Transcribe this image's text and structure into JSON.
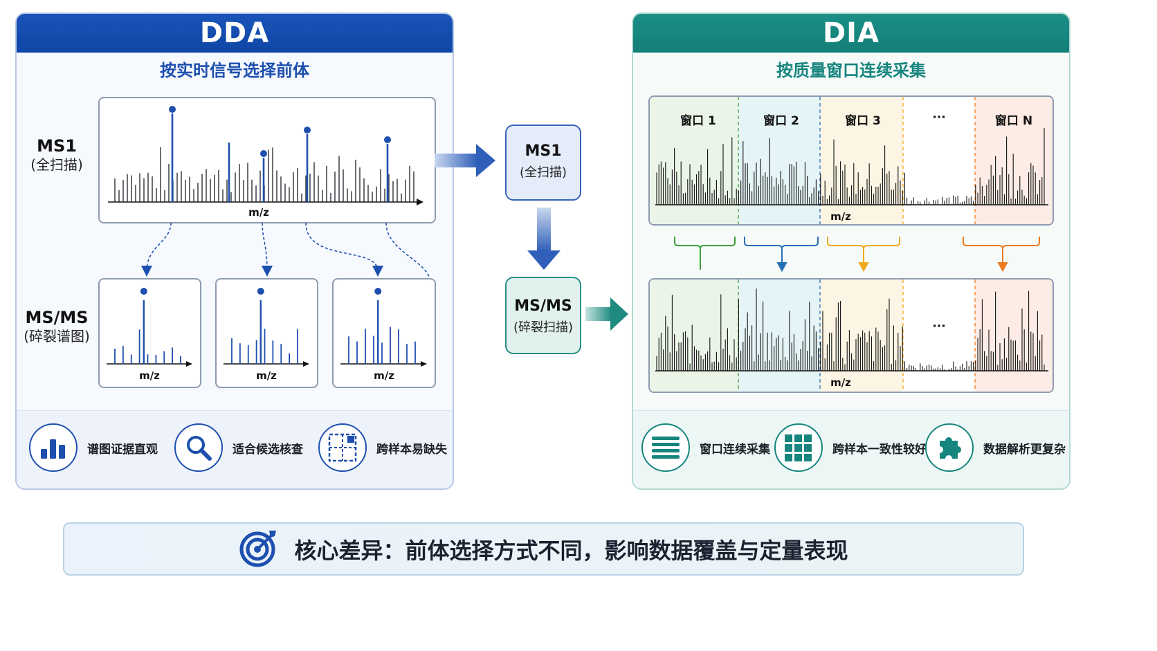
{
  "dda": {
    "title": "DDA",
    "subtitle": "按实时信号选择前体",
    "ms1_label": "MS1",
    "ms1_sub": "(全扫描)",
    "msms_label": "MS/MS",
    "msms_sub": "(碎裂谱图)",
    "axis_label": "m/z",
    "features": [
      {
        "icon": "bar-chart-icon",
        "label": "谱图证据直观"
      },
      {
        "icon": "magnifier-icon",
        "label": "适合候选核查"
      },
      {
        "icon": "grid-selection-icon",
        "label": "跨样本易缺失"
      }
    ],
    "colors": {
      "primary": "#1d4fae",
      "peak": "#1b1f27"
    }
  },
  "middle": {
    "ms1_label": "MS1",
    "ms1_sub": "(全扫描)",
    "msms_label": "MS/MS",
    "msms_sub": "(碎裂扫描)"
  },
  "dia": {
    "title": "DIA",
    "subtitle": "按质量窗口连续采集",
    "windows": [
      "窗口 1",
      "窗口 2",
      "窗口 3",
      "···",
      "窗口 N"
    ],
    "ellipsis": "···",
    "axis_label": "m/z",
    "features": [
      {
        "icon": "list-icon",
        "label": "窗口连续采集"
      },
      {
        "icon": "grid-icon",
        "label": "跨样本一致性较好"
      },
      {
        "icon": "puzzle-icon",
        "label": "数据解析更复杂"
      }
    ],
    "colors": {
      "primary": "#16857d",
      "window1": "#e3f1df",
      "window2": "#dcf0f3",
      "window3": "#fbf1da",
      "windowN": "#fbe6dc",
      "bracket1": "#3e9e3a",
      "bracket2": "#2870b6",
      "bracket3": "#f0a91e",
      "bracketN": "#ee7a1e"
    }
  },
  "footer": {
    "icon": "target-icon",
    "text": "核心差异：前体选择方式不同，影响数据覆盖与定量表现"
  }
}
